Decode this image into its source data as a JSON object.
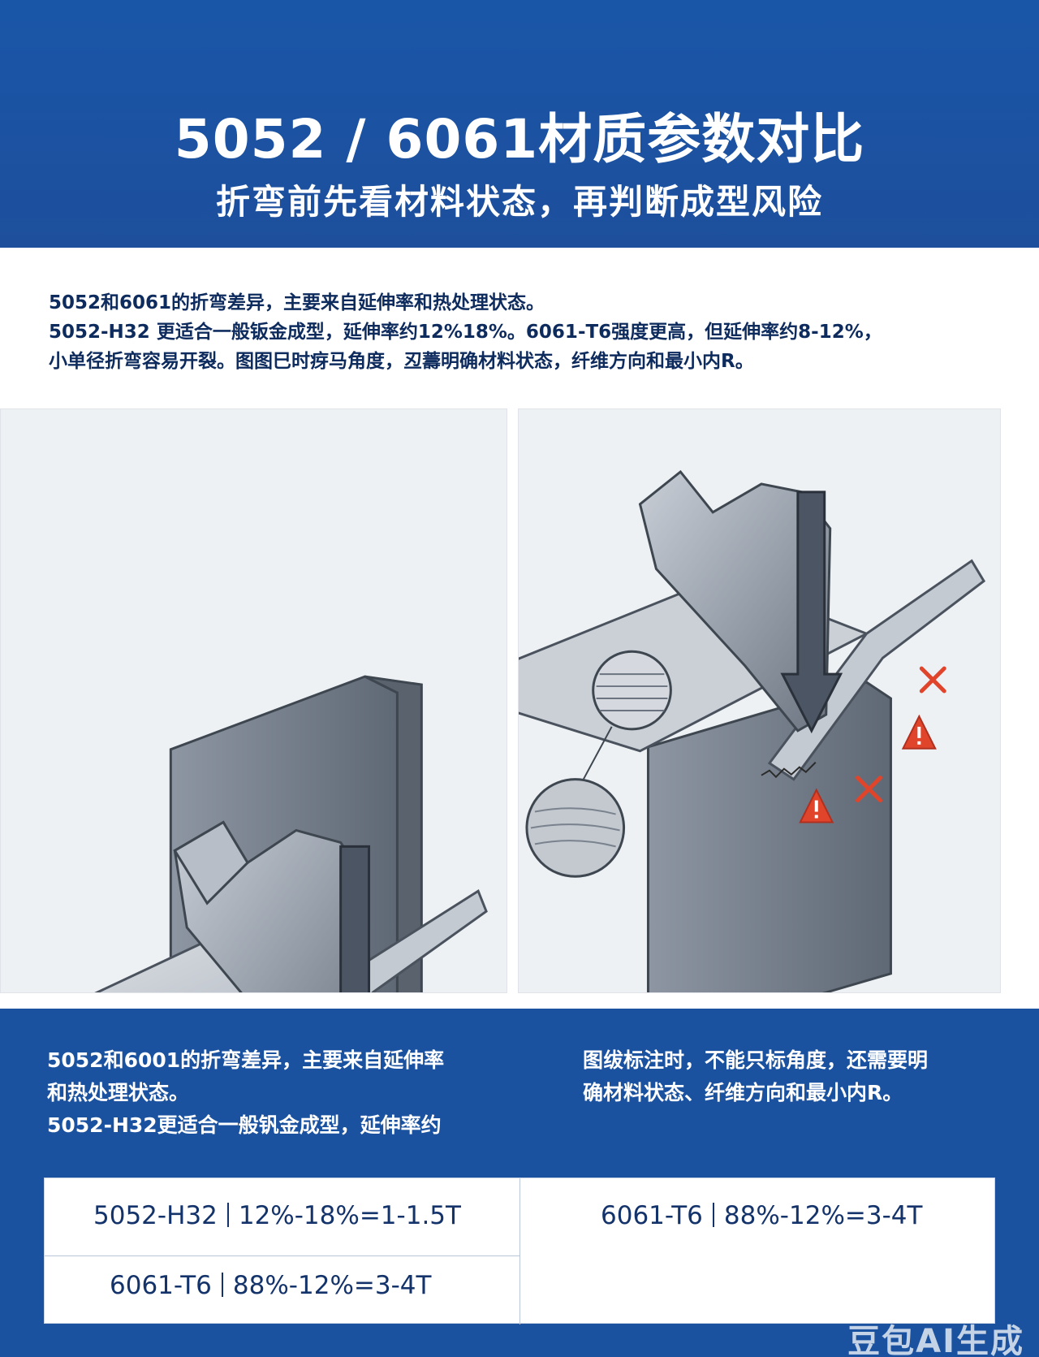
{
  "header": {
    "title": "5052 / 6061材质参数对比",
    "subtitle": "折弯前先看材料状态，再判断成型风险"
  },
  "intro": {
    "line1": "5052和6061的折弯差异，主要来自延伸率和热处理状态。",
    "line2": "5052-H32 更适合一般钣金成型，延伸率约12%18%。6061-T6强度更高，但延伸率约8-12%，",
    "line3": "小单径折弯容易开裂。图图⺒时疨马角度，丒薵明确材料状态，纤维方向和最小内R。"
  },
  "colors": {
    "header_bg": "#1d4f9c",
    "ok_green": "#3cb043",
    "fail_red": "#e0452b",
    "warn_red": "#e0452b"
  },
  "bottom": {
    "left_text": {
      "line1": "5052和6001的折弯差异，主要来自延伸率",
      "line2": "和热处理状态。",
      "line3": "5052-H32更适合一般钒金成型，延伸率约"
    },
    "right_text": {
      "line1": "图绂标注时，不能只标角度，还需要明",
      "line2": "确材料状态、纤维方向和最小内R。"
    }
  },
  "table": {
    "cell_a": {
      "material": "5052-H32",
      "value": "12%-18%=1-1.5T"
    },
    "cell_b": {
      "material": "6061-T6",
      "value": "88%-12%=3-4T"
    },
    "cell_c": {
      "material": "6061-T6",
      "value": "88%-12%=3-4T"
    }
  },
  "watermark": "豆包AI生成"
}
